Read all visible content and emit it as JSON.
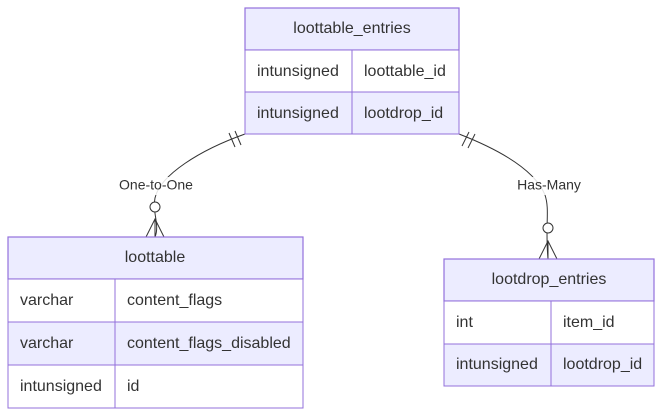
{
  "entities": [
    {
      "name": "loottable_entries",
      "rows": [
        {
          "type": "intunsigned",
          "field": "loottable_id"
        },
        {
          "type": "intunsigned",
          "field": "lootdrop_id"
        }
      ]
    },
    {
      "name": "loottable",
      "rows": [
        {
          "type": "varchar",
          "field": "content_flags"
        },
        {
          "type": "varchar",
          "field": "content_flags_disabled"
        },
        {
          "type": "intunsigned",
          "field": "id"
        }
      ]
    },
    {
      "name": "lootdrop_entries",
      "rows": [
        {
          "type": "int",
          "field": "item_id"
        },
        {
          "type": "intunsigned",
          "field": "lootdrop_id"
        }
      ]
    }
  ],
  "relationships": [
    {
      "label": "One-to-One",
      "from": "loottable_entries",
      "to": "loottable",
      "from_cardinality": "exactly-one",
      "to_cardinality": "zero-or-more"
    },
    {
      "label": "Has-Many",
      "from": "loottable_entries",
      "to": "lootdrop_entries",
      "from_cardinality": "exactly-one",
      "to_cardinality": "zero-or-more"
    }
  ],
  "colors": {
    "entity_fill": "#ECECFF",
    "entity_stroke": "#9370DB",
    "row_alt_fill": "#FFFFFF",
    "text": "#333333",
    "line": "#333333"
  }
}
